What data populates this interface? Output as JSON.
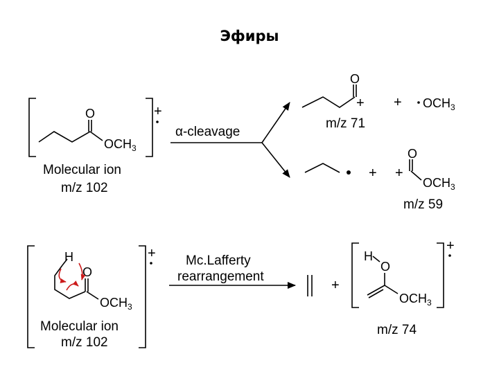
{
  "title": "Эфиры",
  "colors": {
    "ink": "#000000",
    "electron_arrow": "#cc1b1b"
  },
  "alpha_cleavage": {
    "label": "α-cleavage",
    "reactant": {
      "atom_o": "O",
      "group": "OCH",
      "subscript": "3",
      "name": "Molecular ion",
      "mz": "m/z 102",
      "charge": "+"
    },
    "product_top": {
      "atom_o": "O",
      "charge": "+",
      "mz": "m/z 71",
      "plus": "+",
      "radical_group": "OCH",
      "subscript": "3"
    },
    "product_bottom": {
      "plus": "+",
      "charge": "+",
      "atom_o": "O",
      "group": "OCH",
      "subscript": "3",
      "mz": "m/z 59"
    }
  },
  "mclafferty": {
    "label_line1": "Mc.Lafferty",
    "label_line2": "rearrangement",
    "reactant": {
      "atom_h": "H",
      "atom_o": "O",
      "group": "OCH",
      "subscript": "3",
      "name": "Molecular ion",
      "mz": "m/z 102",
      "charge": "+"
    },
    "plus": "+",
    "product": {
      "atom_h": "H",
      "atom_o": "O",
      "group": "OCH",
      "subscript": "3",
      "charge": "+",
      "mz": "m/z 74"
    }
  }
}
